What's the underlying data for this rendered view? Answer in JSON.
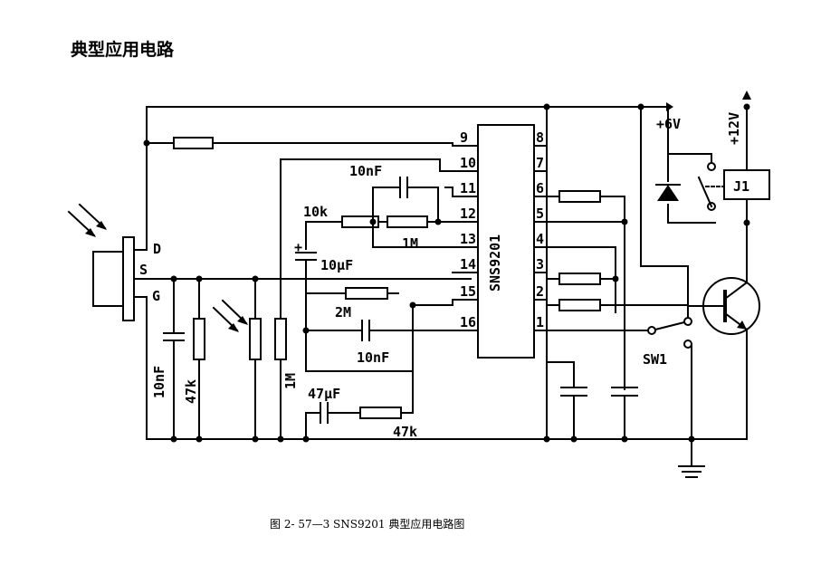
{
  "heading": "典型应用电路",
  "caption": "图 2- 57—3  SNS9201 典型应用电路图",
  "ic": {
    "name": "SNS9201",
    "left_pins": [
      "9",
      "10",
      "11",
      "12",
      "13",
      "14",
      "15",
      "16"
    ],
    "right_pins": [
      "8",
      "7",
      "6",
      "5",
      "4",
      "3",
      "2",
      "1"
    ]
  },
  "labels": {
    "plus6v": "+6V",
    "plus12v": "+12V",
    "j1": "J1",
    "sw1": "SW1",
    "d": "D",
    "s": "S",
    "g": "G",
    "c10nf_top": "10nF",
    "r10k": "10k",
    "r1m_mid": "1M",
    "c10uf": "10μF",
    "r2m": "2M",
    "c10nf_mid": "10nF",
    "c47uf": "47μF",
    "r47k_bot": "47k",
    "c10nf_left": "10nF",
    "r47k_left": "47k",
    "r1m_left": "1M",
    "plus_sign": "+"
  },
  "icons": [
    "photo-sensor-icon",
    "diode-icon",
    "relay-switch-icon",
    "transistor-icon",
    "ground-icon",
    "light-arrow-icon"
  ]
}
